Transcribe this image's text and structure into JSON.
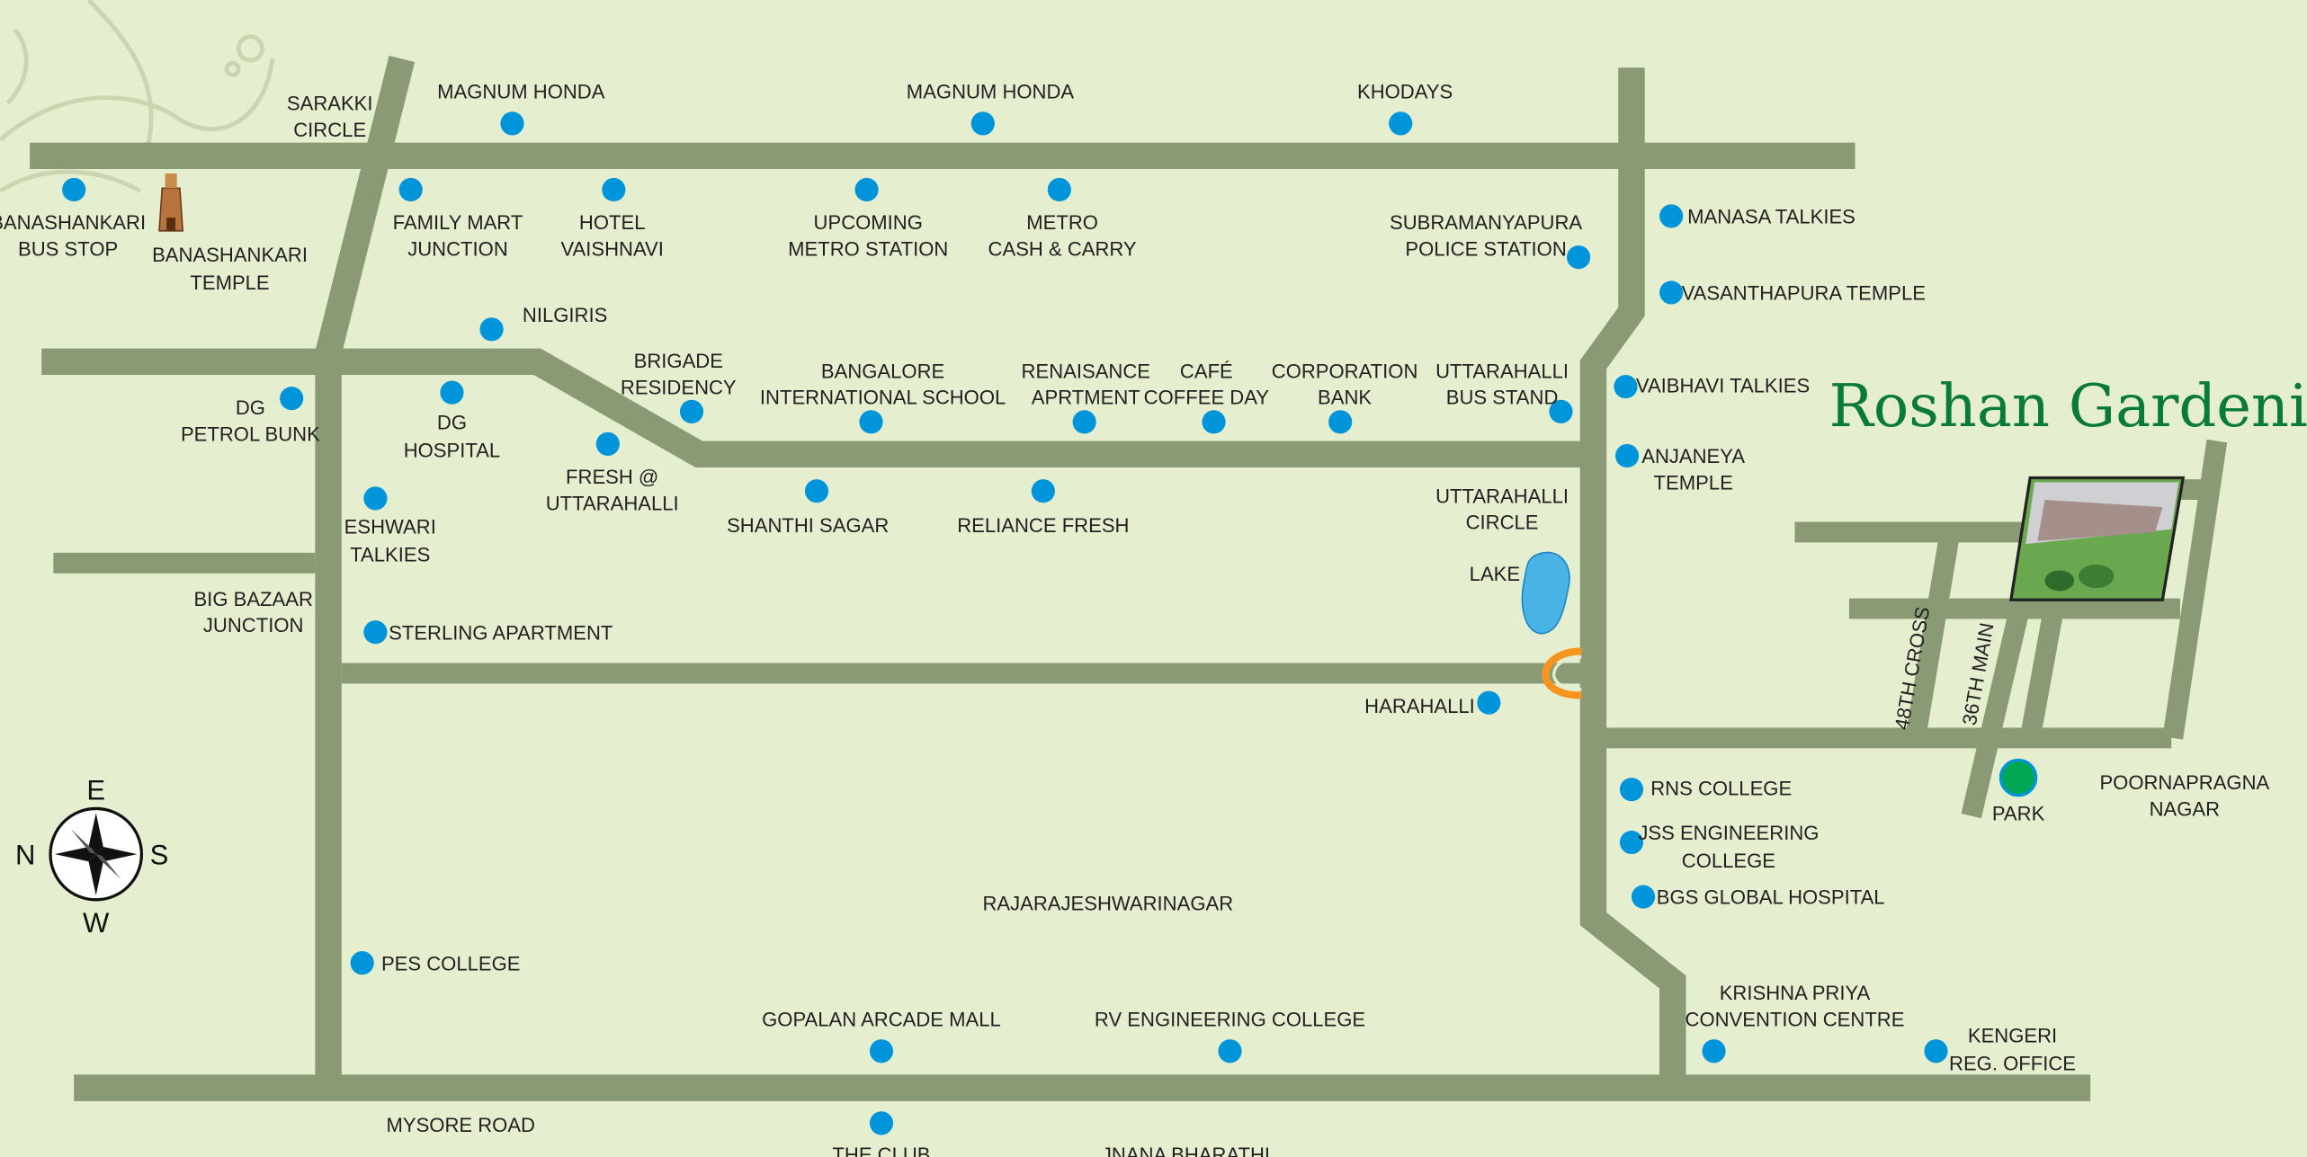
{
  "map": {
    "title": "Roshan Gardenia",
    "colors": {
      "background": "#e5efcf",
      "road": "#8a9a74",
      "marker": "#0095da",
      "park": "#00a651",
      "title": "#0a7a3a"
    },
    "compass": {
      "n": "N",
      "e": "E",
      "s": "S",
      "w": "W"
    },
    "area_label": "RAJARAJESHWARINAGAR",
    "road_label": "MYSORE ROAD",
    "streets": {
      "cross": "48TH CROSS",
      "main": "36TH MAIN"
    },
    "park": "PARK",
    "locality": [
      "POORNAPRAGNA",
      "NAGAR"
    ],
    "lake": "LAKE",
    "places": {
      "sarakki": [
        "SARAKKI",
        "CIRCLE"
      ],
      "magnum1": [
        "MAGNUM HONDA"
      ],
      "magnum2": [
        "MAGNUM HONDA"
      ],
      "khodays": [
        "KHODAYS"
      ],
      "bsk_bus": [
        "BANASHANKARI",
        "BUS STOP"
      ],
      "bsk_temple": [
        "BANASHANKARI",
        "TEMPLE"
      ],
      "family_mart": [
        "FAMILY MART",
        "JUNCTION"
      ],
      "hotel": [
        "HOTEL",
        "VAISHNAVI"
      ],
      "metro_station": [
        "UPCOMING",
        "METRO STATION"
      ],
      "metro_cc": [
        "METRO",
        "CASH & CARRY"
      ],
      "police": [
        "SUBRAMANYAPURA",
        "POLICE STATION"
      ],
      "manasa": [
        "MANASA TALKIES"
      ],
      "vasanthapura": [
        "VASANTHAPURA TEMPLE"
      ],
      "nilgiris": [
        "NILGIRIS"
      ],
      "dg_petrol": [
        "DG",
        "PETROL BUNK"
      ],
      "dg_hospital": [
        "DG",
        "HOSPITAL"
      ],
      "brigade": [
        "BRIGADE",
        "RESIDENCY"
      ],
      "fresh": [
        "FRESH @",
        "UTTARAHALLI"
      ],
      "bis": [
        "BANGALORE",
        "INTERNATIONAL SCHOOL"
      ],
      "renaisance": [
        "RENAISANCE",
        "APRTMENT"
      ],
      "cafe": [
        "CAFÉ",
        "COFFEE DAY"
      ],
      "corp_bank": [
        "CORPORATION",
        "BANK"
      ],
      "utt_bus": [
        "UTTARAHALLI",
        "BUS STAND"
      ],
      "vaibhavi": [
        "VAIBHAVI TALKIES"
      ],
      "anjaneya": [
        "ANJANEYA",
        "TEMPLE"
      ],
      "eshwari": [
        "ESHWARI",
        "TALKIES"
      ],
      "shanthi": [
        "SHANTHI SAGAR"
      ],
      "reliance": [
        "RELIANCE FRESH"
      ],
      "utt_circle": [
        "UTTARAHALLI",
        "CIRCLE"
      ],
      "big_bazaar": [
        "BIG BAZAAR",
        "JUNCTION"
      ],
      "sterling": [
        "STERLING APARTMENT"
      ],
      "harahalli": [
        "HARAHALLI"
      ],
      "rns": [
        "RNS COLLEGE"
      ],
      "jss": [
        "JSS ENGINEERING",
        "COLLEGE"
      ],
      "bgs": [
        "BGS GLOBAL HOSPITAL"
      ],
      "pes": [
        "PES COLLEGE"
      ],
      "gopalan": [
        "GOPALAN ARCADE MALL"
      ],
      "rv": [
        "RV ENGINEERING COLLEGE"
      ],
      "krishna": [
        "KRISHNA PRIYA",
        "CONVENTION CENTRE"
      ],
      "kengeri": [
        "KENGERI",
        "REG. OFFICE"
      ],
      "club": [
        "THE CLUB"
      ],
      "jnana": [
        "JNANA BHARATHI"
      ]
    }
  }
}
